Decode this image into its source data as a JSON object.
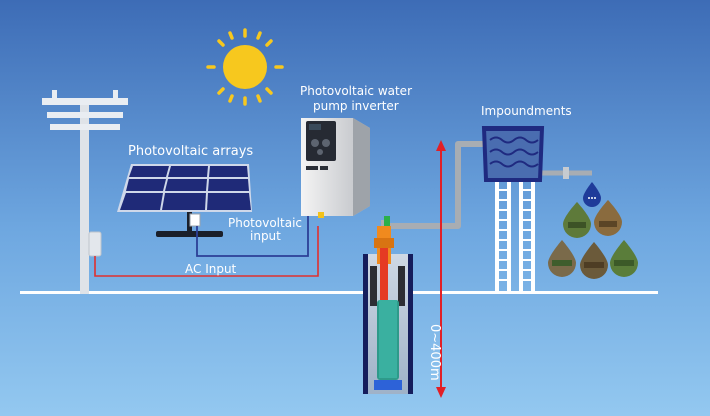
{
  "labels": {
    "pv_arrays": "Photovoltaic arrays",
    "inverter_line1": "Photovoltaic water",
    "inverter_line2": "pump inverter",
    "impoundments": "Impoundments",
    "pv_input_line1": "Photovoltaic",
    "pv_input_line2": "input",
    "ac_input": "AC Input",
    "depth": "0~400m"
  },
  "colors": {
    "sky_top": "#3f6fb8",
    "sky_bottom": "#8ec5ef",
    "sun": "#f7c81e",
    "panel": "#1f2a78",
    "pipe": "#a8adb3",
    "ac_wire": "#e0302e",
    "pv_wire": "#2c3f96",
    "depth_arrow": "#e21f26",
    "tank": "#1f2a80",
    "ground_line": "#ffffff"
  },
  "icons": [
    "sun-icon",
    "utility-pole-icon",
    "solar-panel-icon",
    "inverter-icon",
    "water-tank-icon",
    "water-drop-icon",
    "submersible-pump-icon"
  ]
}
